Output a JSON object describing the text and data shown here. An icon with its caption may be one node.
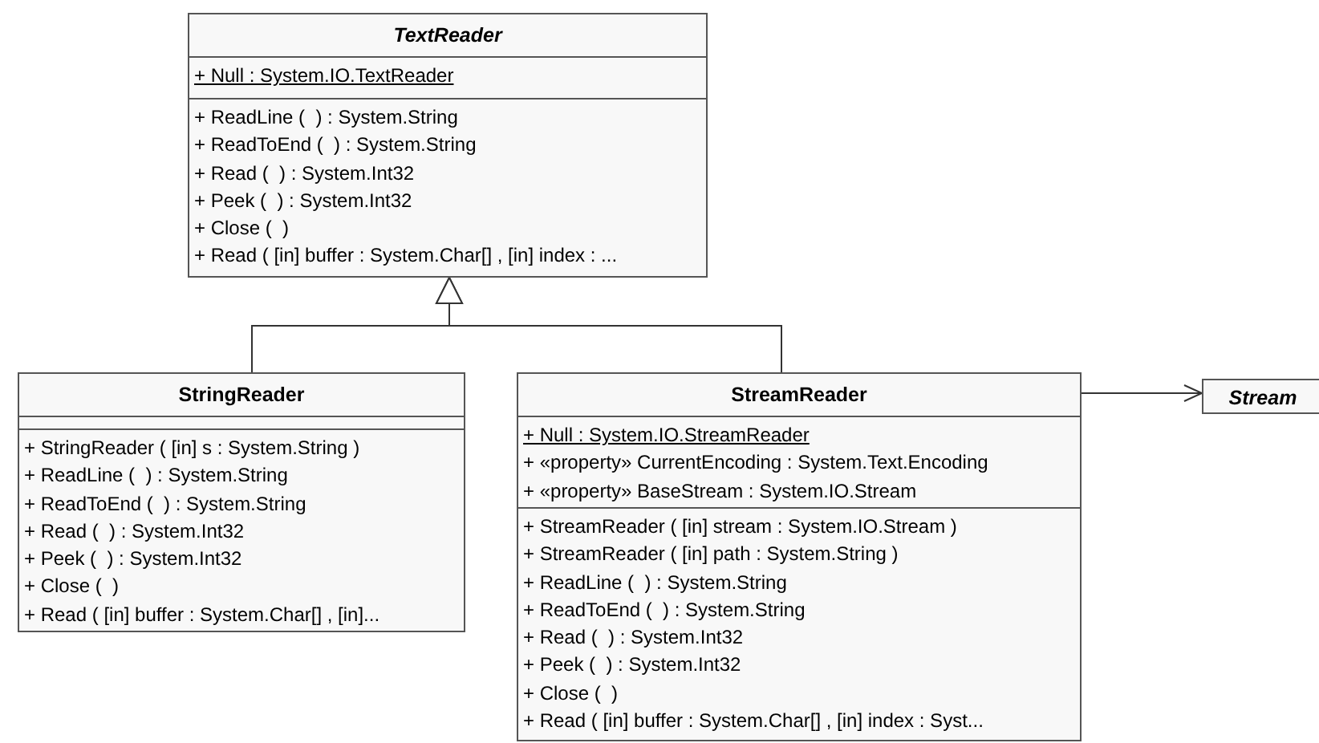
{
  "diagram": {
    "nodes": [
      {
        "text": [
          "TextReader"
        ]
      },
      {
        "text": [
          "+ Null : System.IO.TextReader"
        ],
        "in": 0
      },
      {
        "text": [
          "+ ReadLine (  ) : System.String",
          "+ ReadToEnd (  ) : System.String",
          "+ Read (  ) : System.Int32",
          "+ Peek (  ) : System.Int32",
          "+ Close (  )",
          "+ Read ( [in] buffer : System.Char[] , [in] index : ..."
        ],
        "in": 0
      },
      {
        "text": [
          "StringReader"
        ]
      },
      {
        "text": [],
        "shape": "box",
        "in": 3
      },
      {
        "text": [
          "+ StringReader ( [in] s : System.String )",
          "+ ReadLine (  ) : System.String",
          "+ ReadToEnd (  ) : System.String",
          "+ Read (  ) : System.Int32",
          "+ Peek (  ) : System.Int32",
          "+ Close (  )",
          "+ Read ( [in] buffer : System.Char[] , [in]..."
        ],
        "in": 3
      },
      {
        "text": [
          "StreamReader"
        ]
      },
      {
        "text": [
          "+ Null : System.IO.StreamReader",
          "+ «property» CurrentEncoding : System.Text.Encoding",
          "+ «property» BaseStream : System.IO.Stream"
        ],
        "in": 6
      },
      {
        "text": [
          "+ StreamReader ( [in] stream : System.IO.Stream )",
          "+ StreamReader ( [in] path : System.String )",
          "+ ReadLine (  ) : System.String",
          "+ ReadToEnd (  ) : System.String",
          "+ Read (  ) : System.Int32",
          "+ Peek (  ) : System.Int32",
          "+ Close (  )",
          "+ Read ( [in] buffer : System.Char[] , [in] index : Syst..."
        ],
        "in": 6
      },
      {
        "text": [
          "Stream"
        ]
      }
    ],
    "edges": [
      {
        "from": 3,
        "to": 0,
        "arrow": "to"
      },
      {
        "from": 6,
        "to": 0,
        "arrow": "to"
      },
      {
        "from": 6,
        "to": 9,
        "arrow": "to"
      }
    ]
  }
}
